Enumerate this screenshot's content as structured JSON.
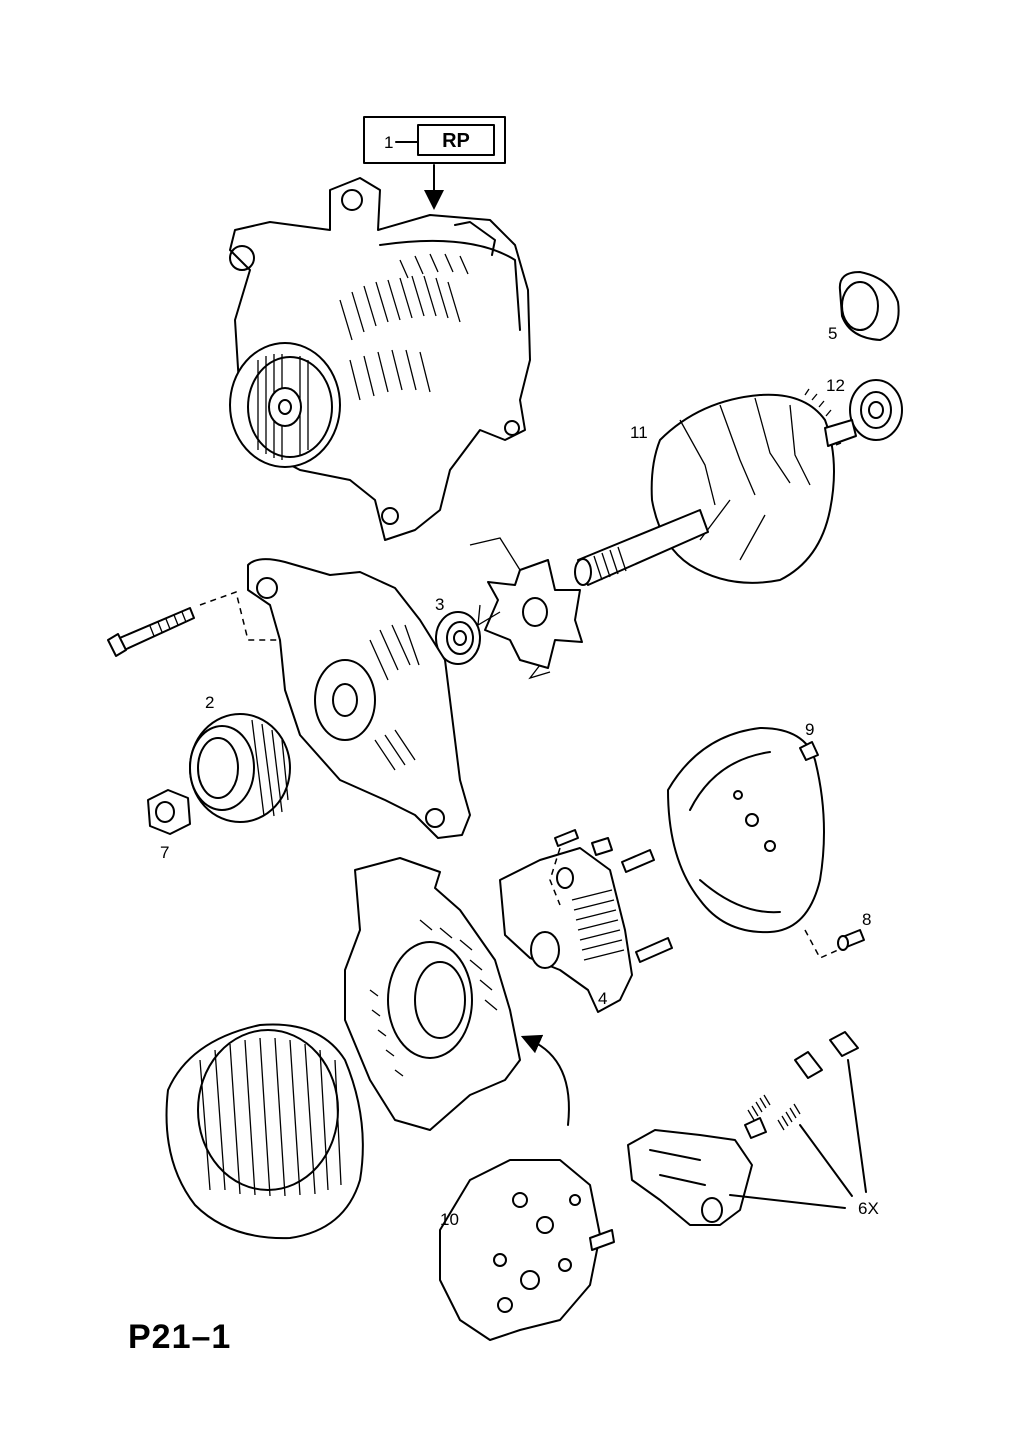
{
  "diagram": {
    "page_code": "P21–1",
    "rp_box": {
      "number": "1",
      "code": "RP"
    },
    "callouts": [
      {
        "id": "c2",
        "text": "2"
      },
      {
        "id": "c3",
        "text": "3"
      },
      {
        "id": "c4",
        "text": "4"
      },
      {
        "id": "c5",
        "text": "5"
      },
      {
        "id": "c6x",
        "text": "6X"
      },
      {
        "id": "c7",
        "text": "7"
      },
      {
        "id": "c8",
        "text": "8"
      },
      {
        "id": "c9",
        "text": "9"
      },
      {
        "id": "c10",
        "text": "10"
      },
      {
        "id": "c11",
        "text": "11"
      },
      {
        "id": "c12",
        "text": "12"
      }
    ]
  }
}
